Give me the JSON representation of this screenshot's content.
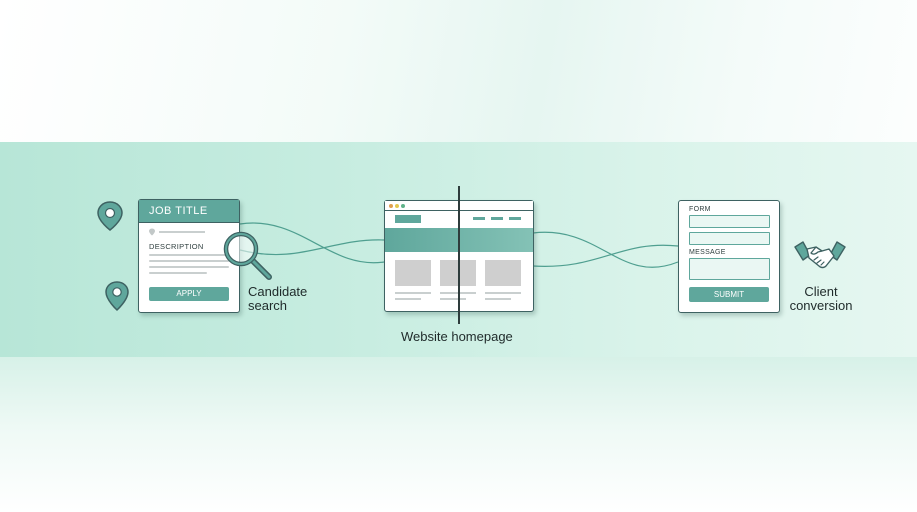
{
  "job_card": {
    "header": "JOB TITLE",
    "description_label": "DESCRIPTION",
    "apply_label": "APPLY"
  },
  "labels": {
    "candidate_search_line1": "Candidate",
    "candidate_search_line2": "search",
    "website_homepage": "Website homepage",
    "client_conversion_line1": "Client",
    "client_conversion_line2": "conversion"
  },
  "form_card": {
    "form_label": "FORM",
    "message_label": "MESSAGE",
    "submit_label": "SUBMIT"
  },
  "colors": {
    "accent": "#5fa79c",
    "outline": "#3e6262",
    "band": "#c8ede1"
  },
  "icons": [
    "map-pin-icon",
    "magnifier-icon",
    "handshake-icon"
  ]
}
